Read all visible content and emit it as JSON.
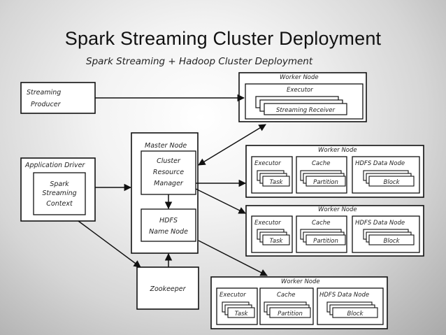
{
  "title": "Spark Streaming Cluster Deployment",
  "subtitle": "Spark Streaming + Hadoop Cluster Deployment",
  "streaming_producer": {
    "line1": "Streaming",
    "line2": "Producer"
  },
  "application_driver": {
    "label": "Application Driver",
    "context": {
      "line1": "Spark",
      "line2": "Streaming",
      "line3": "Context"
    }
  },
  "master_node": {
    "label": "Master Node",
    "resource_manager": {
      "line1": "Cluster",
      "line2": "Resource",
      "line3": "Manager"
    },
    "name_node": {
      "line1": "HDFS",
      "line2": "Name Node"
    }
  },
  "zookeeper": "Zookeeper",
  "worker_receiver": {
    "label": "Worker Node",
    "executor": "Executor",
    "receiver": "Streaming Receiver"
  },
  "workers": [
    {
      "label": "Worker Node",
      "executor": "Executor",
      "task": "Task",
      "cache": "Cache",
      "partition": "Partition",
      "data_node": "HDFS Data Node",
      "block": "Block"
    },
    {
      "label": "Worker Node",
      "executor": "Executor",
      "task": "Task",
      "cache": "Cache",
      "partition": "Partition",
      "data_node": "HDFS Data Node",
      "block": "Block"
    },
    {
      "label": "Worker Node",
      "executor": "Executor",
      "task": "Task",
      "cache": "Cache",
      "partition": "Partition",
      "data_node": "HDFS Data Node",
      "block": "Block"
    }
  ]
}
